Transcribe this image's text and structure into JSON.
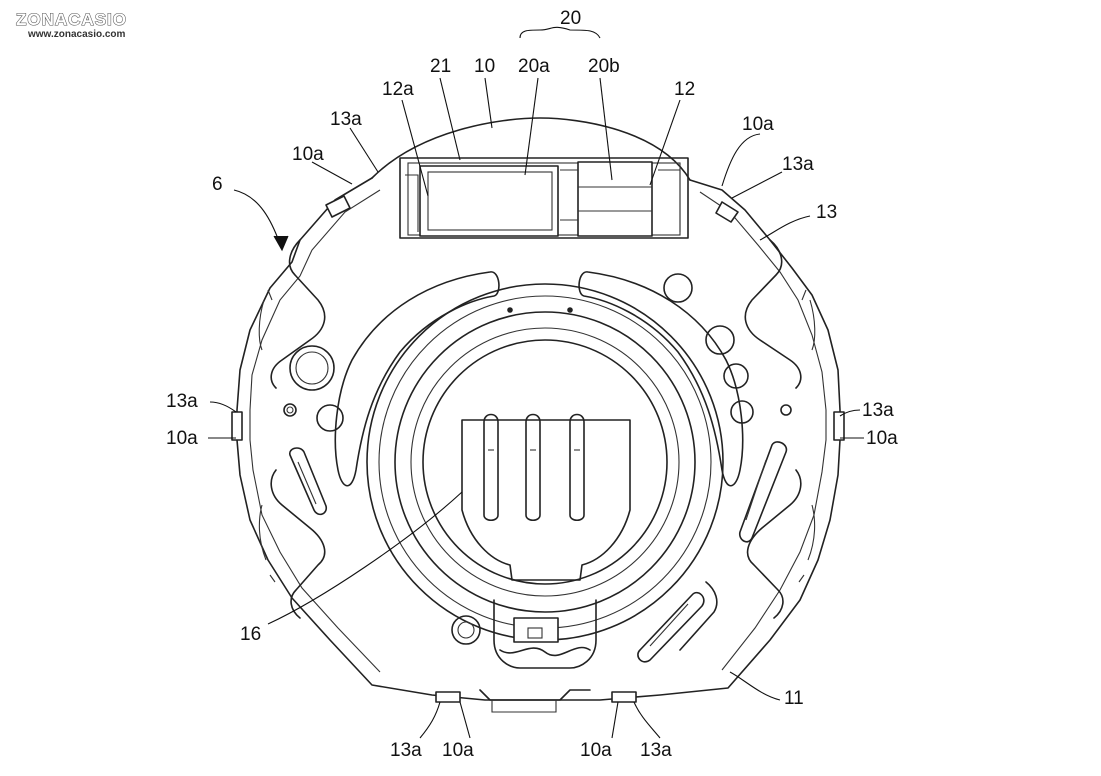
{
  "watermark": {
    "brand": "ZONACASIO",
    "url": "www.zonacasio.com"
  },
  "labels": {
    "l20": "20",
    "l21": "21",
    "l10": "10",
    "l20a": "20a",
    "l20b": "20b",
    "l12a": "12a",
    "l12": "12",
    "l13a_tl": "13a",
    "l10a_tl": "10a",
    "l10a_tr": "10a",
    "l13a_tr": "13a",
    "l6": "6",
    "l13": "13",
    "l13a_l": "13a",
    "l10a_l": "10a",
    "l13a_r": "13a",
    "l10a_r": "10a",
    "l16": "16",
    "l11": "11",
    "l13a_b1": "13a",
    "l10a_b1": "10a",
    "l10a_b2": "10a",
    "l13a_b2": "13a"
  },
  "colors": {
    "line": "#222222",
    "background": "#ffffff"
  }
}
